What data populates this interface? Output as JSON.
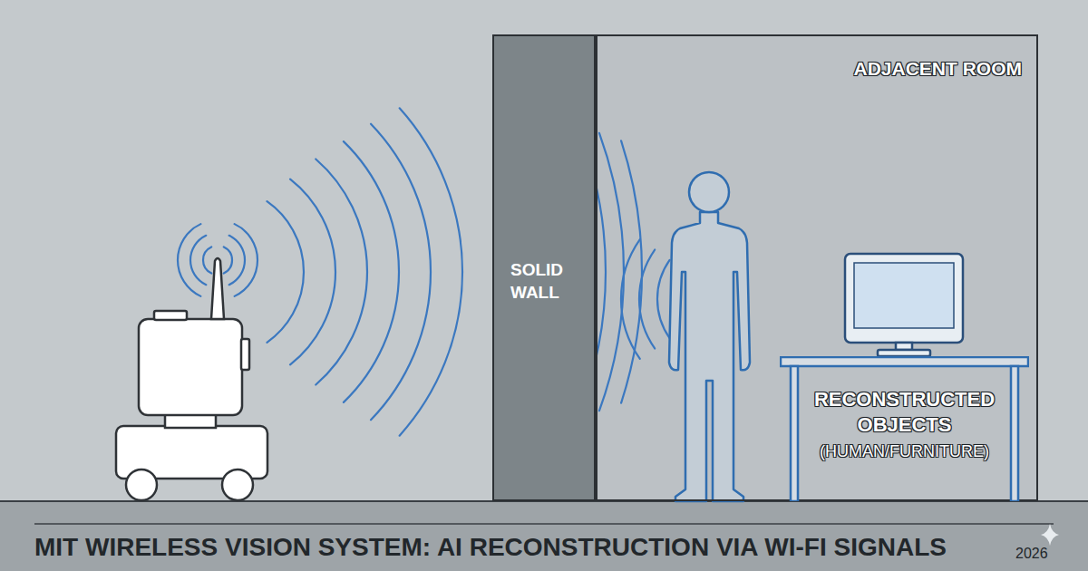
{
  "diagram": {
    "title": "MIT WIRELESS VISION SYSTEM: AI RECONSTRUCTION VIA WI-FI SIGNALS",
    "nodes": [
      {
        "text": [
          "SOLID WALL"
        ]
      },
      {
        "text": [
          "ADJACENT ROOM"
        ]
      },
      {
        "text": [
          "RECONSTRUCTED OBJECTS",
          "(HUMAN/FURNITURE)"
        ],
        "in": 1
      }
    ],
    "labels": [
      "2026"
    ]
  }
}
